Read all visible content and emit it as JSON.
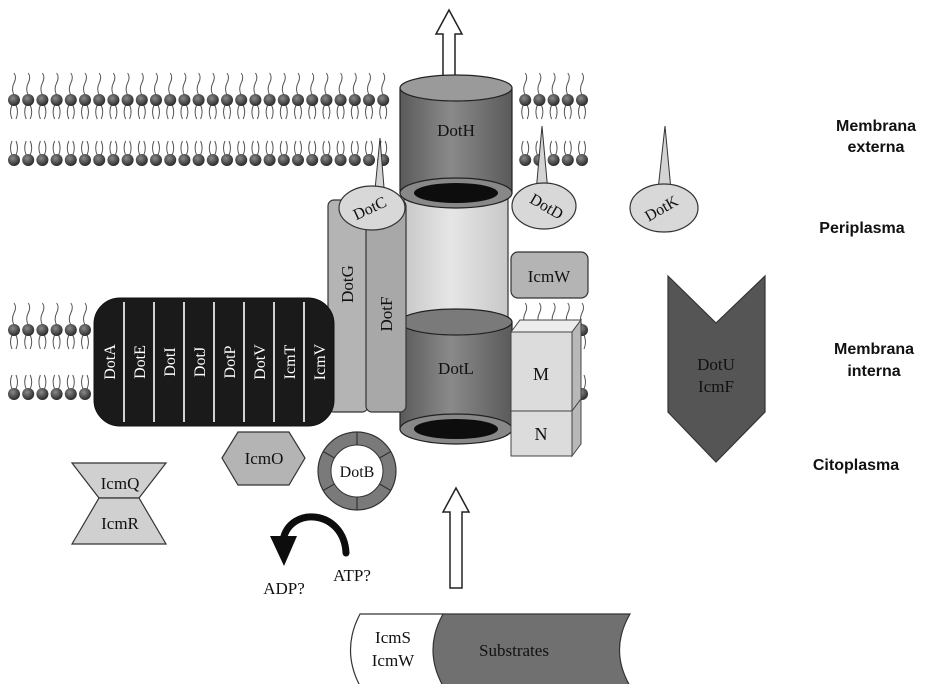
{
  "regions": {
    "outer_membrane": [
      "Membrana",
      "externa"
    ],
    "periplasm": "Periplasma",
    "inner_membrane": [
      "Membrana",
      "interna"
    ],
    "cytoplasm": "Citoplasma"
  },
  "proteins": {
    "doth": "DotH",
    "dotc": "DotC",
    "dotd": "DotD",
    "dotk": "DotK",
    "dotg": "DotG",
    "dotf": "DotF",
    "icmw": "IcmW",
    "dotl": "DotL",
    "m": "M",
    "n": "N",
    "dotu": "DotU",
    "icmf": "IcmF",
    "icmo": "IcmO",
    "dotb": "DotB",
    "icmq": "IcmQ",
    "icmr": "IcmR"
  },
  "inner_complex": [
    "DotA",
    "DotE",
    "DotI",
    "DotJ",
    "DotP",
    "DotV",
    "IcmT",
    "IcmV"
  ],
  "energy": {
    "adp": "ADP?",
    "atp": "ATP?"
  },
  "substrate_complex": {
    "chaperone_1": "IcmS",
    "chaperone_2": "IcmW",
    "cargo": "Substrates"
  },
  "colors": {
    "lipid_head": "#3a3a3a",
    "dark_gray": "#707070",
    "mid_gray": "#b4b4b4",
    "light_gray": "#d0d0d0",
    "very_light": "#e0e0e0",
    "black_block": "#1a1a1a",
    "dotu_color": "#555555"
  }
}
